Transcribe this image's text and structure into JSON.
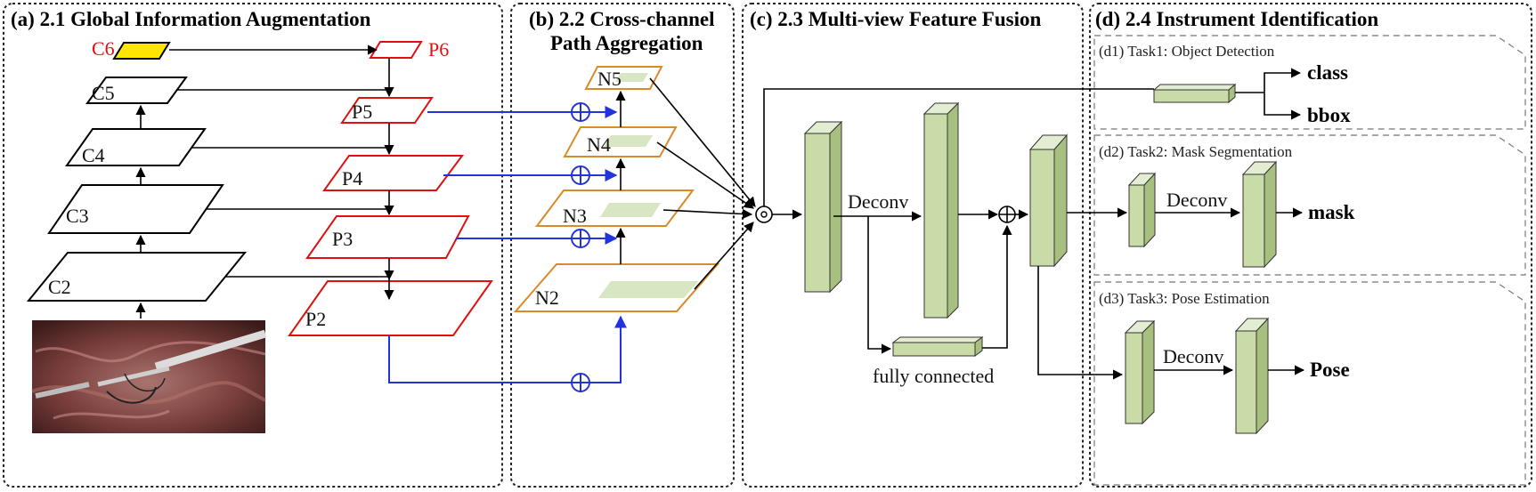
{
  "sections": {
    "a": "(a) 2.1 Global Information Augmentation",
    "b1": "(b) 2.2 Cross-channel",
    "b2": "Path Aggregation",
    "c": "(c) 2.3 Multi-view Feature Fusion",
    "d": "(d) 2.4 Instrument Identification"
  },
  "tasks": {
    "d1": "(d1) Task1: Object Detection",
    "d2": "(d2) Task2: Mask Segmentation",
    "d3": "(d3) Task3: Pose Estimation"
  },
  "levels": {
    "c": [
      "C2",
      "C3",
      "C4",
      "C5",
      "C6"
    ],
    "p": [
      "P2",
      "P3",
      "P4",
      "P5",
      "P6"
    ],
    "n": [
      "N2",
      "N3",
      "N4",
      "N5"
    ]
  },
  "labels": {
    "deconv": "Deconv",
    "fully_connected": "fully connected",
    "class": "class",
    "bbox": "bbox",
    "mask": "mask",
    "pose": "Pose",
    "plus": "⊕",
    "concat": "⊙"
  },
  "colors": {
    "red": "#e01010",
    "blue": "#2233dd",
    "orange": "#d98a2a",
    "green": "#c9dca8",
    "yellow": "#ffe600"
  }
}
